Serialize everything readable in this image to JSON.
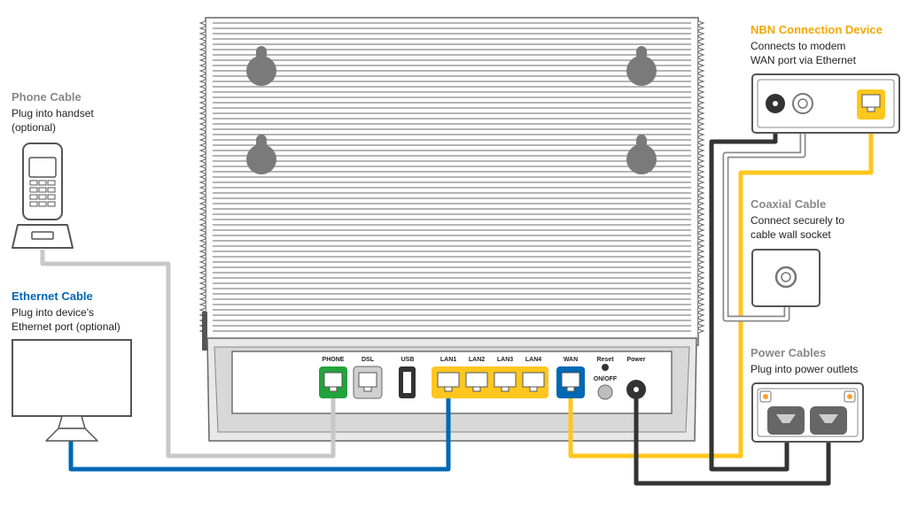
{
  "colors": {
    "nbn_title": "#F5A800",
    "ethernet_title": "#0066B3",
    "grey_title": "#888888",
    "yellow": "#FFC61E",
    "blue": "#0068B4",
    "green": "#22A33C",
    "grey_cable": "#C8C8C8",
    "dark_cable": "#333333",
    "router_body": "#E6E6E6",
    "outline": "#666666"
  },
  "labels": {
    "phone": {
      "title": "Phone Cable",
      "desc": "Plug into handset\n(optional)"
    },
    "ethernet": {
      "title": "Ethernet Cable",
      "desc": "Plug into device's\nEthernet port (optional)"
    },
    "nbn": {
      "title": "NBN Connection Device",
      "desc": "Connects to modem\nWAN port via Ethernet"
    },
    "coaxial": {
      "title": "Coaxial Cable",
      "desc": "Connect securely to\ncable wall socket"
    },
    "power": {
      "title": "Power Cables",
      "desc": "Plug into power outlets"
    }
  },
  "ports": {
    "phone": "PHONE",
    "dsl": "DSL",
    "usb": "USB",
    "lan1": "LAN1",
    "lan2": "LAN2",
    "lan3": "LAN3",
    "lan4": "LAN4",
    "wan": "WAN",
    "reset": "Reset",
    "on_off": "ON/OFF",
    "power": "Power"
  },
  "icons": [
    "phone-handset-icon",
    "monitor-icon",
    "router-icon",
    "nbn-device-icon",
    "coax-wall-socket-icon",
    "power-outlet-icon"
  ]
}
